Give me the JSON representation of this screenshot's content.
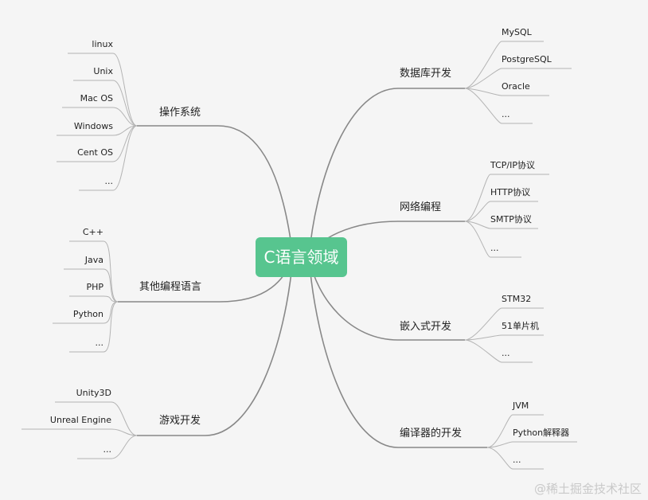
{
  "center": "C语言领域",
  "branches": [
    {
      "label": "操作系统",
      "leaves": [
        "linux",
        "Unix",
        "Mac OS",
        "Windows",
        "Cent OS",
        "..."
      ]
    },
    {
      "label": "其他编程语言",
      "leaves": [
        "C++",
        "Java",
        "PHP",
        "Python",
        "..."
      ]
    },
    {
      "label": "游戏开发",
      "leaves": [
        "Unity3D",
        "Unreal Engine",
        "..."
      ]
    },
    {
      "label": "数据库开发",
      "leaves": [
        "MySQL",
        "PostgreSQL",
        "Oracle",
        "..."
      ]
    },
    {
      "label": "网络编程",
      "leaves": [
        "TCP/IP协议",
        "HTTP协议",
        "SMTP协议",
        "..."
      ]
    },
    {
      "label": "嵌入式开发",
      "leaves": [
        "STM32",
        "51单片机",
        "..."
      ]
    },
    {
      "label": "编译器的开发",
      "leaves": [
        "JVM",
        "Python解释器",
        "..."
      ]
    }
  ],
  "watermark": "@稀土掘金技术社区",
  "colors": {
    "center_fill": "#57c58f",
    "branch_line": "#888888",
    "leaf_line": "#b4b4b4",
    "background": "#f5f5f5"
  }
}
